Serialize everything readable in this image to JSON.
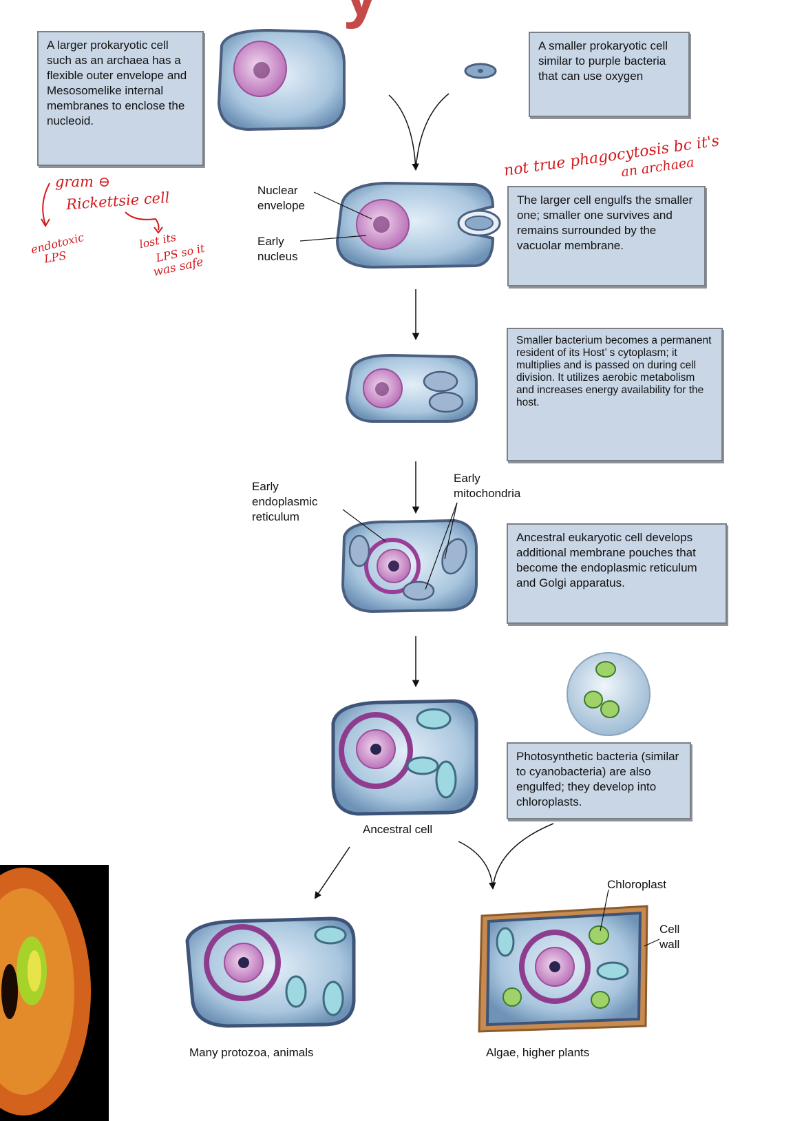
{
  "title_fragment": "y",
  "boxes": {
    "larger_prokaryote": "A larger prokaryotic cell such as an archaea has a flexible outer envelope and Mesosomelike internal membranes to enclose the nucleoid.",
    "smaller_prokaryote": "A smaller prokaryotic cell similar to purple bacteria that can use oxygen",
    "engulf": "The larger cell engulfs the smaller one; smaller one survives and remains surrounded by the vacuolar membrane.",
    "resident": "Smaller bacterium becomes a permanent resident of its Host’ s cytoplasm; it multiplies and is passed on during cell division. It utilizes aerobic metabolism and increases energy availability for the host.",
    "ancestral_eukaryote": "Ancestral eukaryotic cell develops additional membrane pouches that become the endoplasmic reticulum and Golgi apparatus.",
    "photosynthetic": "Photosynthetic bacteria (similar to cyanobacteria) are also engulfed; they develop into chloroplasts."
  },
  "labels": {
    "nuclear_envelope": "Nuclear envelope",
    "early_nucleus": "Early nucleus",
    "early_er": "Early endoplasmic reticulum",
    "early_mito": "Early mitochondria",
    "ancestral_cell": "Ancestral cell",
    "chloroplast": "Chloroplast",
    "cell_wall": "Cell wall",
    "protozoa": "Many protozoa, animals",
    "algae": "Algae, higher plants"
  },
  "annotations": {
    "gram": "gram ⊖",
    "rickettsia": "Rickettsie cell",
    "endotoxic": "endotoxic",
    "lps": "LPS",
    "lost": "lost its",
    "lps_so": "LPS so it",
    "safe": "was safe",
    "not_true": "not true phagocytosis bc it's",
    "an_archaea": "an archaea"
  }
}
